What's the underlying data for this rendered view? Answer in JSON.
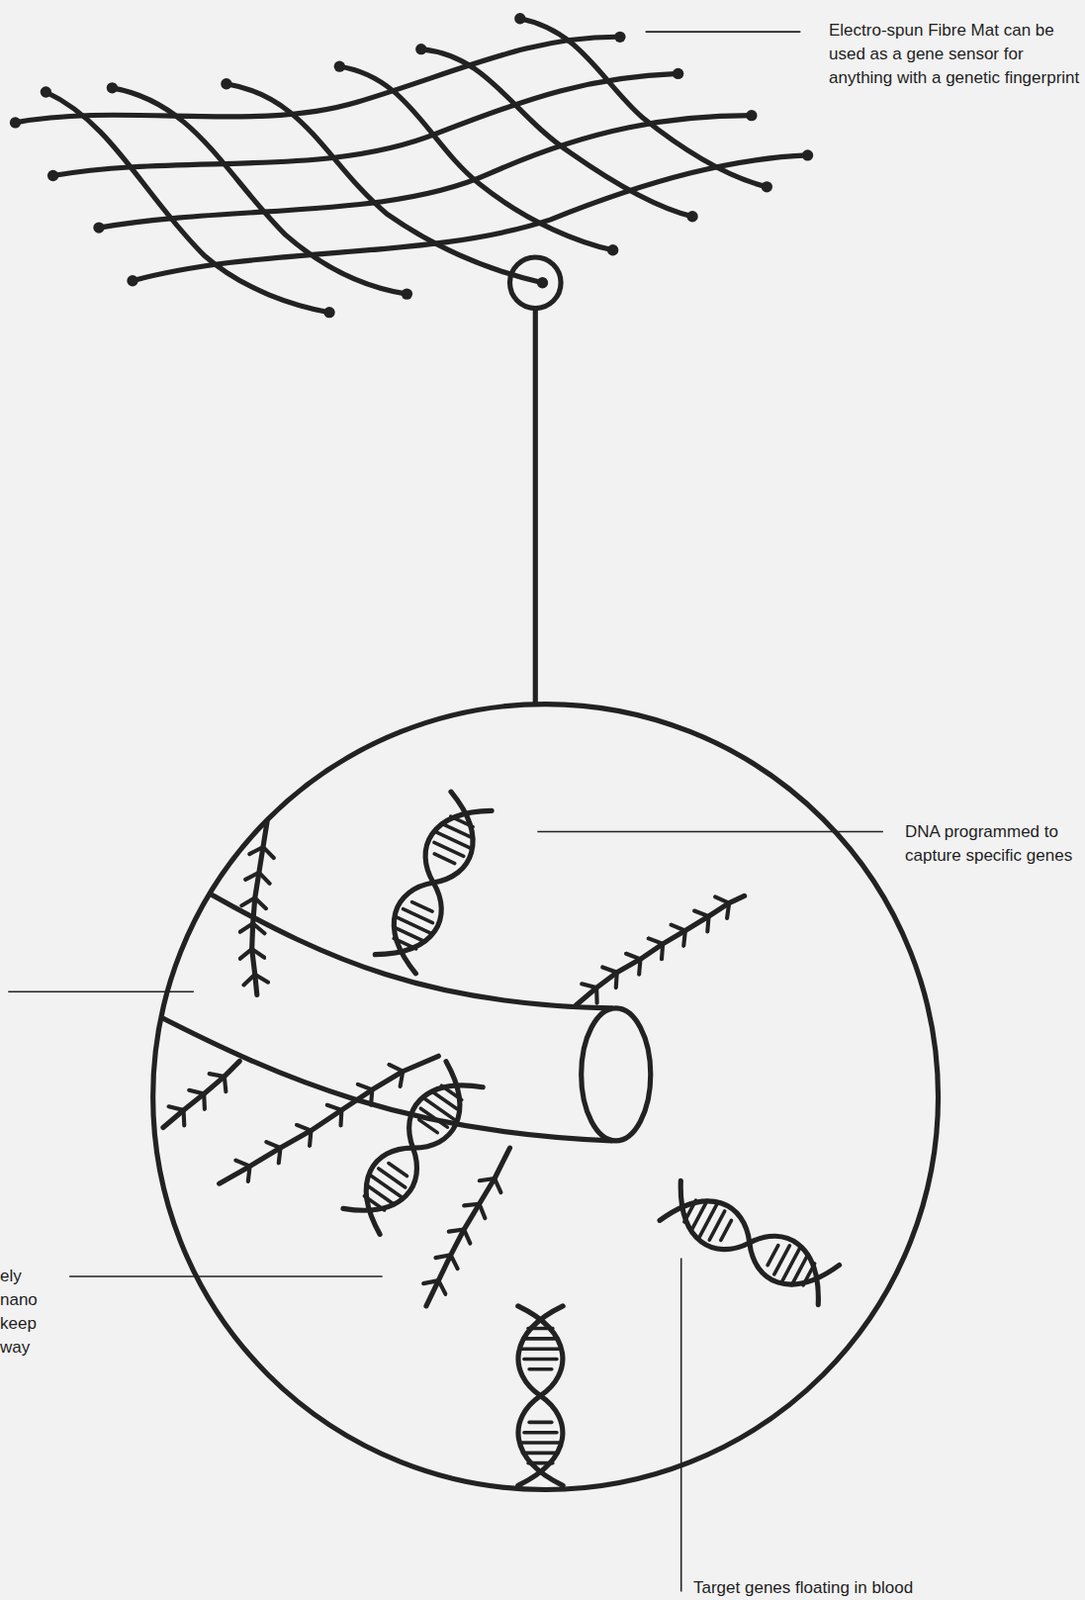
{
  "diagram": {
    "labels": [
      "Electro-spun Fibre Mat can be used as a gene sensor for anything with a genetic fingerprint",
      "DNA programmed to capture specific genes",
      "ely nano keep way",
      "Target genes floating in blood"
    ]
  }
}
